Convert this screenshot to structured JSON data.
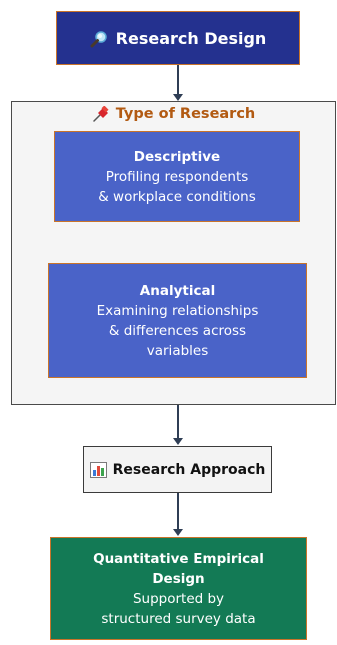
{
  "nodes": {
    "research_design": {
      "label": "Research Design",
      "icon": "magnifier-icon"
    },
    "type_of_research": {
      "label": "Type of Research",
      "icon": "pushpin-icon"
    },
    "descriptive": {
      "title": "Descriptive",
      "line1": "Profiling respondents",
      "line2": "& workplace conditions"
    },
    "analytical": {
      "title": "Analytical",
      "line1": "Examining relationships",
      "line2": "& differences across",
      "line3": "variables"
    },
    "research_approach": {
      "label": "Research Approach",
      "icon": "bar-chart-icon"
    },
    "quantitative": {
      "title1": "Quantitative Empirical",
      "title2": "Design",
      "line1": "Supported by",
      "line2": "structured survey data"
    }
  },
  "colors": {
    "design_fill": "#24318f",
    "blue_fill": "#4a63c8",
    "green_fill": "#137a55",
    "border_accent": "#c9742a",
    "heading_text": "#b25a12"
  }
}
